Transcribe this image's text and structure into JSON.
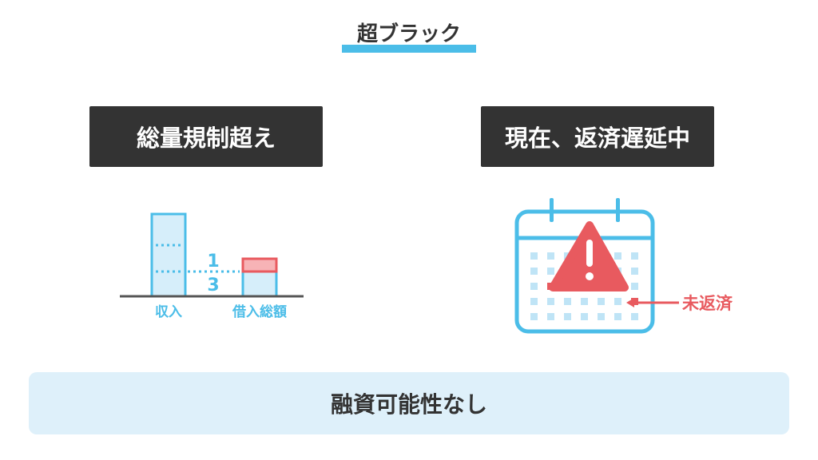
{
  "title": "超ブラック",
  "left_panel": {
    "heading": "総量規制超え",
    "fraction_numerator": "1",
    "fraction_denominator": "3",
    "label_income": "収入",
    "label_borrowing": "借入総額"
  },
  "right_panel": {
    "heading": "現在、返済遅延中",
    "unpaid_label": "未返済"
  },
  "conclusion": "融資可能性なし",
  "colors": {
    "accent_blue": "#4bbde8",
    "light_blue_fill": "#d6eefa",
    "warning_red": "#e85a5f",
    "pink_fill": "#f7b3b6",
    "dark_box": "#333333",
    "banner_bg": "#def0fa"
  },
  "icons": [
    "calendar-icon",
    "warning-triangle-icon",
    "arrow-left-icon"
  ]
}
